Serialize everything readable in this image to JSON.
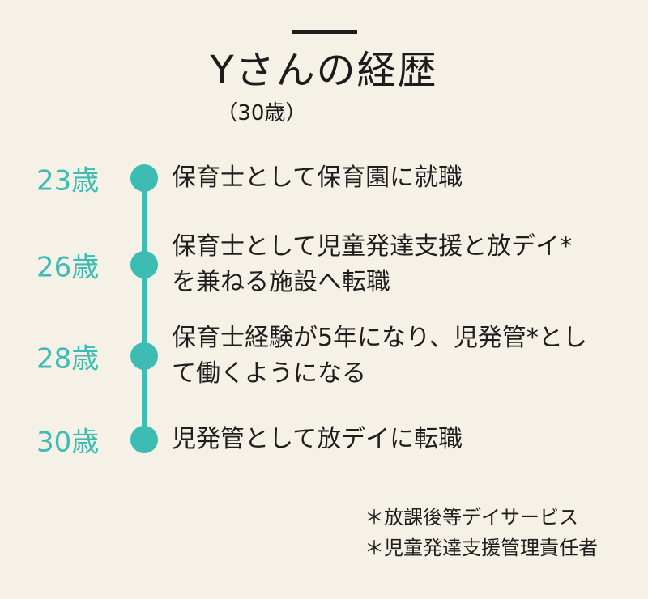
{
  "page": {
    "background_color": "#f6f1e7",
    "accent_color": "#3cbcb2",
    "text_color": "#1e1e1e"
  },
  "header": {
    "title": "Yさんの経歴",
    "subtitle": "（30歳）"
  },
  "timeline": {
    "entries": [
      {
        "age": "23歳",
        "text": "保育士として保育園に就職"
      },
      {
        "age": "26歳",
        "text": "保育士として児童発達支援と放デイ*\nを兼ねる施設へ転職"
      },
      {
        "age": "28歳",
        "text": "保育士経験が5年になり、児発管*とし\nて働くようになる"
      },
      {
        "age": "30歳",
        "text": "児発管として放デイに転職"
      }
    ]
  },
  "footnotes": [
    "＊放課後等デイサービス",
    "＊児童発達支援管理責任者"
  ]
}
